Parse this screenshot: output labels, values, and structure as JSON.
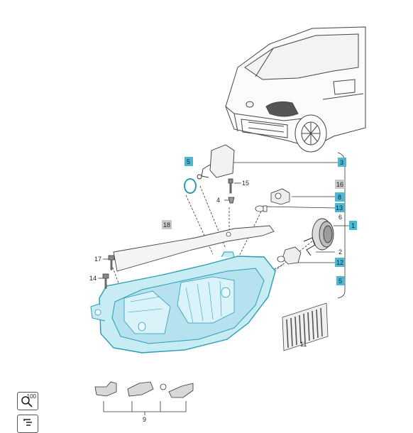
{
  "colors": {
    "highlight": "#c7ecf4",
    "highlight_stroke": "#2a9bb3",
    "callout_blue": "#4fb7cf",
    "callout_gray": "#c9c9c9",
    "line": "#333333",
    "hatch": "#555555"
  },
  "callouts": [
    {
      "id": "c3",
      "text": "3",
      "style": "blue"
    },
    {
      "id": "c5a",
      "text": "5",
      "style": "blue"
    },
    {
      "id": "c15",
      "text": "15",
      "style": "plain"
    },
    {
      "id": "c4",
      "text": "4",
      "style": "plain"
    },
    {
      "id": "c16",
      "text": "16",
      "style": "gray"
    },
    {
      "id": "c8",
      "text": "8",
      "style": "blue"
    },
    {
      "id": "c13",
      "text": "13",
      "style": "blue"
    },
    {
      "id": "c6",
      "text": "6",
      "style": "plain"
    },
    {
      "id": "c1",
      "text": "1",
      "style": "blue"
    },
    {
      "id": "c18",
      "text": "18",
      "style": "gray"
    },
    {
      "id": "c2",
      "text": "2",
      "style": "plain"
    },
    {
      "id": "c12",
      "text": "12",
      "style": "blue"
    },
    {
      "id": "c5b",
      "text": "5",
      "style": "blue"
    },
    {
      "id": "c17",
      "text": "17",
      "style": "plain"
    },
    {
      "id": "c14",
      "text": "14",
      "style": "plain"
    },
    {
      "id": "c11",
      "text": "11",
      "style": "plain"
    },
    {
      "id": "c9",
      "text": "9",
      "style": "plain"
    }
  ],
  "tools": [
    {
      "id": "zoom",
      "icon": "zoom-search-icon",
      "label": "100"
    },
    {
      "id": "link",
      "icon": "link-icon",
      "label": ""
    }
  ]
}
